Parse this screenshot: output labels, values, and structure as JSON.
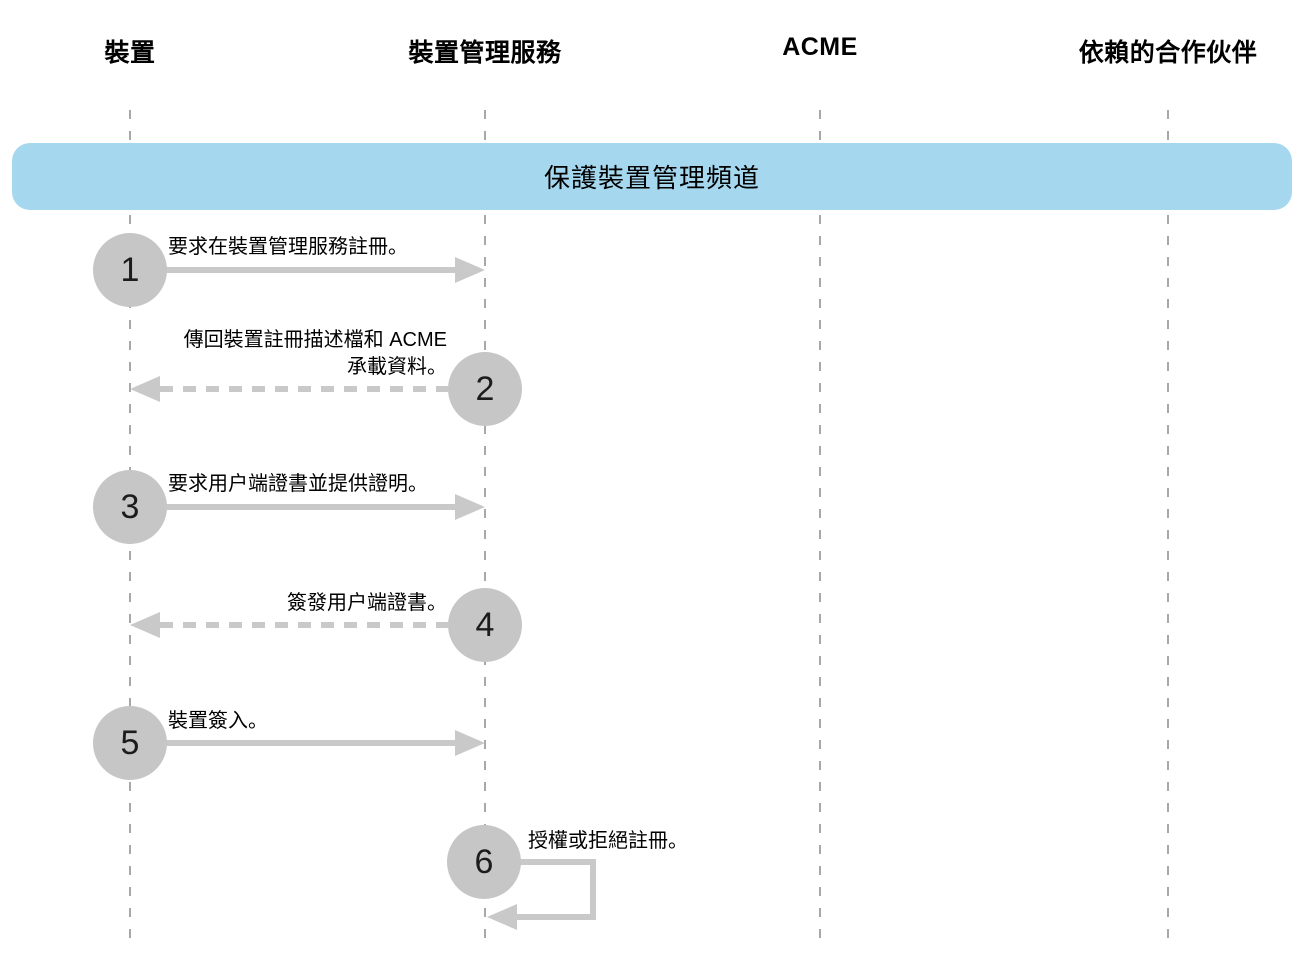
{
  "actors": [
    {
      "label": "裝置"
    },
    {
      "label": "裝置管理服務"
    },
    {
      "label": "ACME"
    },
    {
      "label": "依賴的合作伙伴"
    }
  ],
  "banner": {
    "label": "保護裝置管理頻道"
  },
  "steps": [
    {
      "number": "1",
      "label": "要求在裝置管理服務註冊。",
      "from": "裝置",
      "to": "裝置管理服務",
      "arrow": "solid-right"
    },
    {
      "number": "2",
      "label_lines": [
        "傳回裝置註冊描述檔和 ACME",
        "承載資料。"
      ],
      "from": "裝置管理服務",
      "to": "裝置",
      "arrow": "dashed-left"
    },
    {
      "number": "3",
      "label": "要求用户端證書並提供證明。",
      "from": "裝置",
      "to": "裝置管理服務",
      "arrow": "solid-right"
    },
    {
      "number": "4",
      "label": "簽發用户端證書。",
      "from": "裝置管理服務",
      "to": "裝置",
      "arrow": "dashed-left"
    },
    {
      "number": "5",
      "label": "裝置簽入。",
      "from": "裝置",
      "to": "裝置管理服務",
      "arrow": "solid-right"
    },
    {
      "number": "6",
      "label": "授權或拒絕註冊。",
      "from": "裝置管理服務",
      "to": "裝置管理服務",
      "arrow": "self-loop"
    }
  ],
  "colors": {
    "banner_blue": "#a5d8ef",
    "circle_gray": "#c6c6c6",
    "arrow_gray": "#c9c9c9",
    "lifeline_gray": "#a8a8a8"
  }
}
